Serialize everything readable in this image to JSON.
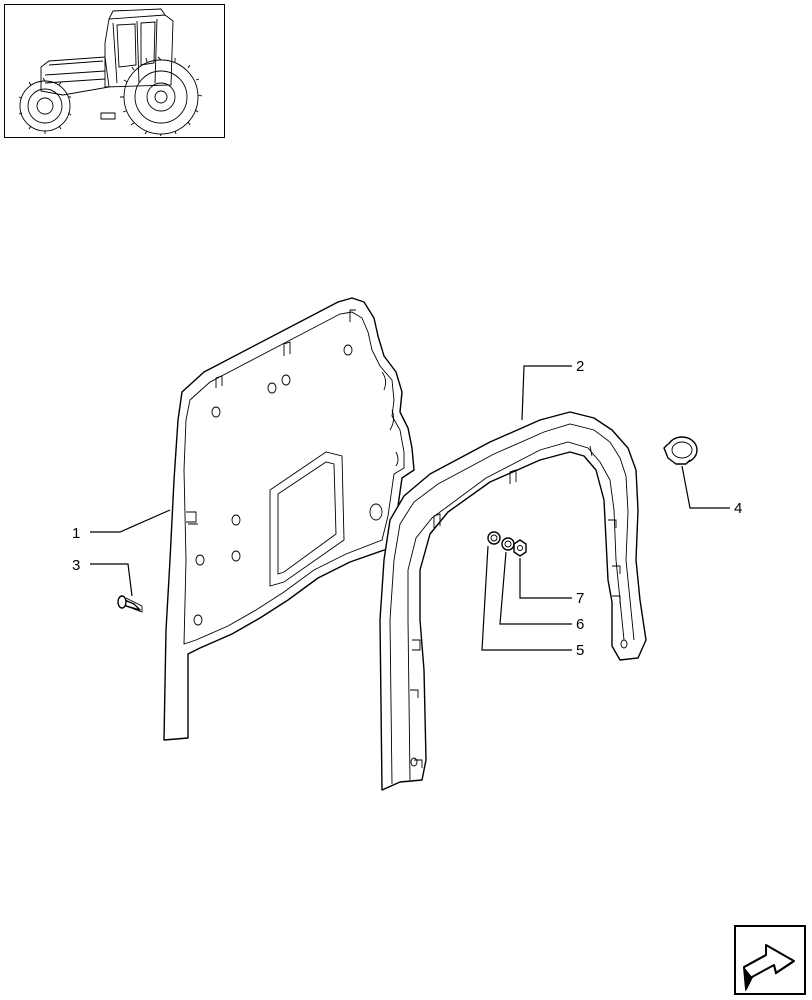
{
  "thumbnail": {
    "icon": "tractor-icon"
  },
  "nav_button": {
    "icon": "next-page-arrow-icon"
  },
  "callouts": [
    {
      "id": "c1",
      "label": "1"
    },
    {
      "id": "c2",
      "label": "2"
    },
    {
      "id": "c3",
      "label": "3"
    },
    {
      "id": "c4",
      "label": "4"
    },
    {
      "id": "c5",
      "label": "5"
    },
    {
      "id": "c6",
      "label": "6"
    },
    {
      "id": "c7",
      "label": "7"
    }
  ]
}
